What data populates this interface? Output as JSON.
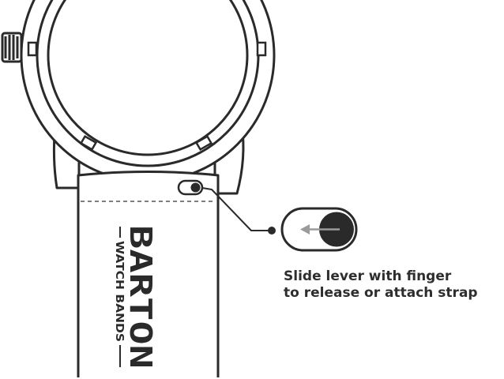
{
  "brand": {
    "name": "BARTON",
    "tagline": "WATCH BANDS"
  },
  "instruction": {
    "line1": "Slide lever with finger",
    "line2": "to release or attach strap"
  },
  "colors": {
    "ink": "#2a2a2a",
    "background": "#ffffff",
    "arrow": "#9a9a9a",
    "dashed": "#555555"
  },
  "icons": {
    "lever": "quick-release-lever-icon",
    "crown": "watch-crown-icon",
    "arrow": "left-arrow-icon"
  }
}
